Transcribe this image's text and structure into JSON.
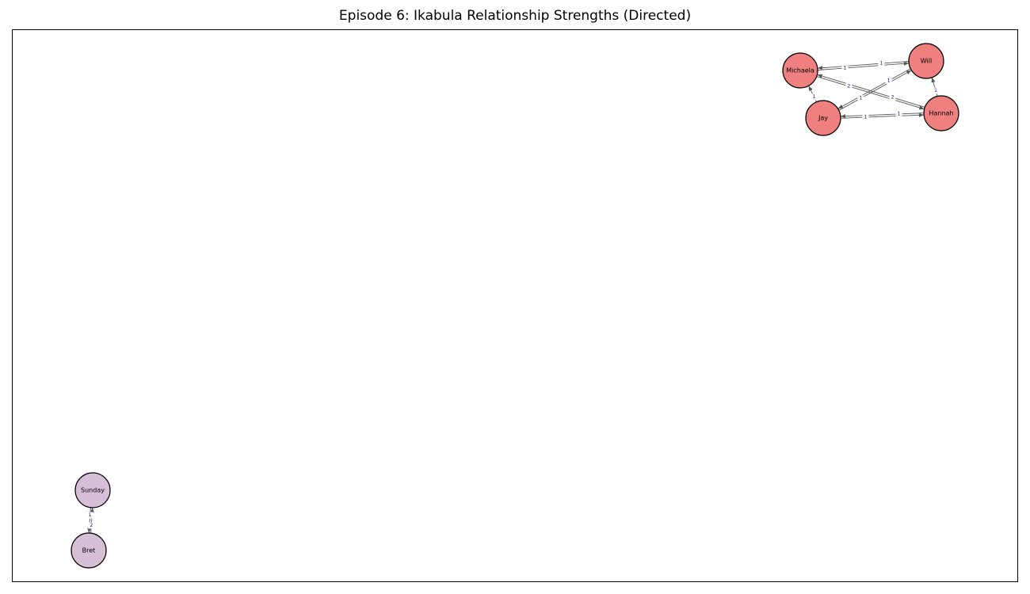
{
  "title": "Episode 6: Ikabula Relationship Strengths (Directed)",
  "colors": {
    "group_a": "#f08080",
    "group_b": "#d8bfd8",
    "edge": "#555555",
    "edge_label": "#0000cc"
  },
  "nodes": [
    {
      "id": "Michaela",
      "label": "Michaela",
      "group": "group_a"
    },
    {
      "id": "Will",
      "label": "Will",
      "group": "group_a"
    },
    {
      "id": "Jay",
      "label": "Jay",
      "group": "group_a"
    },
    {
      "id": "Hannah",
      "label": "Hannah",
      "group": "group_a"
    },
    {
      "id": "Sunday",
      "label": "Sunday",
      "group": "group_b"
    },
    {
      "id": "Bret",
      "label": "Bret",
      "group": "group_b"
    }
  ],
  "edges": [
    {
      "source": "Michaela",
      "target": "Will",
      "weight": "1"
    },
    {
      "source": "Will",
      "target": "Michaela",
      "weight": "1"
    },
    {
      "source": "Michaela",
      "target": "Hannah",
      "weight": "2"
    },
    {
      "source": "Hannah",
      "target": "Michaela",
      "weight": "2"
    },
    {
      "source": "Jay",
      "target": "Will",
      "weight": "1"
    },
    {
      "source": "Will",
      "target": "Jay",
      "weight": "1"
    },
    {
      "source": "Jay",
      "target": "Hannah",
      "weight": "1"
    },
    {
      "source": "Hannah",
      "target": "Jay",
      "weight": "1"
    },
    {
      "source": "Jay",
      "target": "Michaela",
      "weight": "1"
    },
    {
      "source": "Hannah",
      "target": "Will",
      "weight": "1"
    },
    {
      "source": "Sunday",
      "target": "Bret",
      "weight": "1"
    },
    {
      "source": "Bret",
      "target": "Sunday",
      "weight": "2"
    }
  ]
}
